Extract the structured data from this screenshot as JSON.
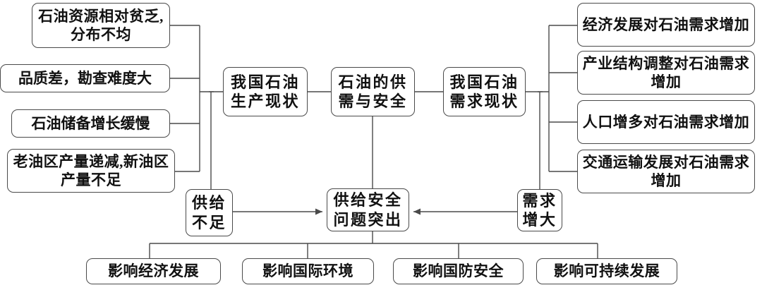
{
  "diagram": {
    "title": "石油的供需与安全",
    "line_color": "#4a4a4a",
    "text_color": "#111111",
    "background": "#ffffff",
    "supply_causes": [
      {
        "id": "supply-cause-1",
        "label": "石油资源相对贫乏,分布不均"
      },
      {
        "id": "supply-cause-2",
        "label": "品质差，勘查难度大"
      },
      {
        "id": "supply-cause-3",
        "label": "石油储备增长缓慢"
      },
      {
        "id": "supply-cause-4",
        "label": "老油区产量递减,新油区产量不足"
      }
    ],
    "demand_causes": [
      {
        "id": "demand-cause-1",
        "label": "经济发展对石油需求增加"
      },
      {
        "id": "demand-cause-2",
        "label": "产业结构调整对石油需求增加"
      },
      {
        "id": "demand-cause-3",
        "label": "人口增多对石油需求增加"
      },
      {
        "id": "demand-cause-4",
        "label": "交通运输发展对石油需求增加"
      }
    ],
    "middle": {
      "production_status": "我国石油生产现状",
      "center_topic": "石油的供需与安全",
      "demand_status": "我国石油需求现状"
    },
    "conclusions": {
      "supply_short": "供给不足",
      "core_problem": "供给安全问题突出",
      "demand_grow": "需求增大"
    },
    "impacts": [
      {
        "id": "impact-1",
        "label": "影响经济发展"
      },
      {
        "id": "impact-2",
        "label": "影响国际环境"
      },
      {
        "id": "impact-3",
        "label": "影响国防安全"
      },
      {
        "id": "impact-4",
        "label": "影响可持续发展"
      }
    ]
  }
}
